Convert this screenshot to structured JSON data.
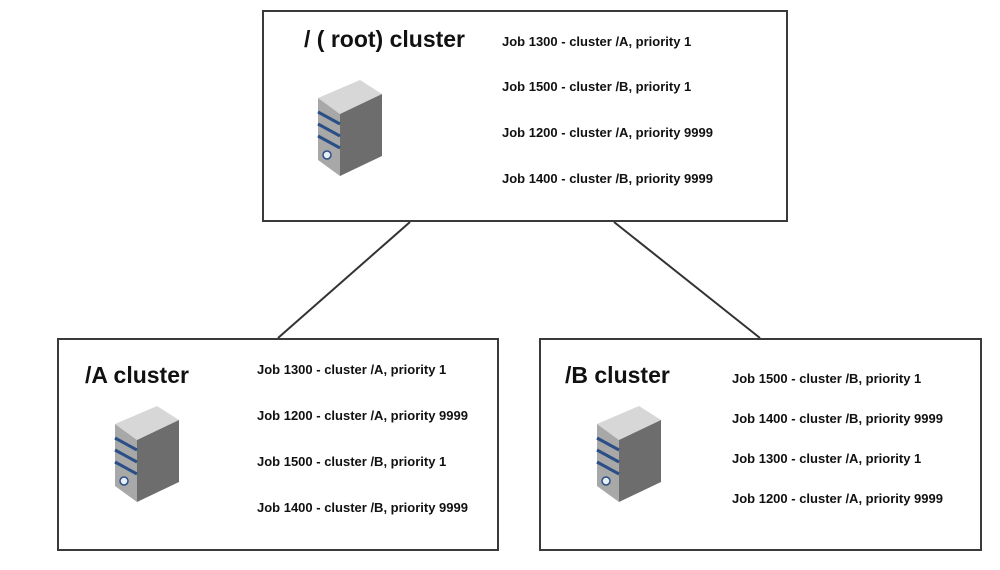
{
  "clusters": {
    "root": {
      "title": "/ ( root) cluster",
      "jobs": [
        "Job 1300 - cluster /A, priority 1",
        "Job 1500 - cluster /B, priority 1",
        "Job 1200 - cluster /A, priority 9999",
        "Job 1400 - cluster /B, priority 9999"
      ]
    },
    "a": {
      "title": "/A cluster",
      "jobs": [
        "Job 1300 - cluster /A, priority 1",
        "Job 1200 - cluster /A, priority 9999",
        "Job 1500 - cluster /B, priority 1",
        "Job 1400 - cluster /B, priority 9999"
      ]
    },
    "b": {
      "title": "/B cluster",
      "jobs": [
        "Job 1500 - cluster /B, priority 1",
        "Job 1400 - cluster /B, priority 9999",
        "Job 1300 - cluster /A, priority 1",
        "Job 1200 - cluster /A, priority 9999"
      ]
    }
  },
  "icons": {
    "server": "server-tower-icon"
  },
  "colors": {
    "border": "#3a3a3a",
    "server_body": "#8a8a8a",
    "server_stripe": "#2a4f86"
  }
}
